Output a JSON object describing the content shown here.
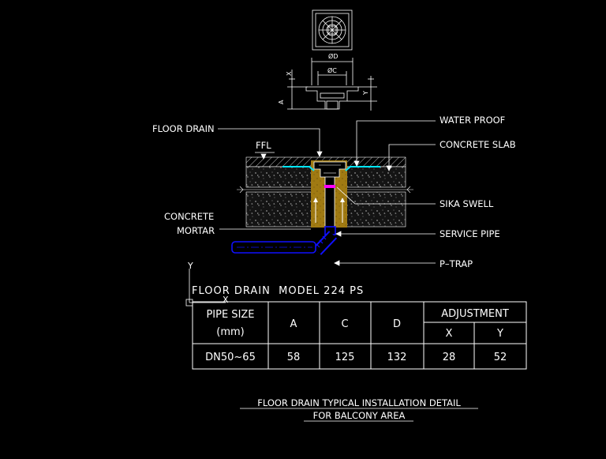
{
  "colors": {
    "background": "#000000",
    "linework": "#ffffff",
    "waterproof": "#00e5ff",
    "sika_swell": "#ff00ff",
    "pipe": "#1010ff",
    "concrete_mortar": "#b8860b",
    "slab_fill": "#1a1a1a"
  },
  "labels": {
    "dim_od": "ØD",
    "dim_oc": "ØC",
    "dim_x": "X",
    "dim_a": "A",
    "dim_y": "Y",
    "floor_drain": "FLOOR DRAIN",
    "ffl": "FFL",
    "concrete_mortar_line1": "CONCRETE",
    "concrete_mortar_line2": "MORTAR",
    "water_proof": "WATER PROOF",
    "concrete_slab": "CONCRETE SLAB",
    "sika_swell": "SIKA SWELL",
    "service_pipe": "SERVICE PIPE",
    "p_trap": "P–TRAP",
    "ucs_y": "Y",
    "ucs_x": "X"
  },
  "table": {
    "title": "FLOOR DRAIN  MODEL 224 PS",
    "header_pipe_size_line1": "PIPE SIZE",
    "header_pipe_size_line2": "(mm)",
    "header_a": "A",
    "header_c": "C",
    "header_d": "D",
    "header_adjustment": "ADJUSTMENT",
    "header_x": "X",
    "header_y": "Y",
    "row": {
      "pipe_size": "DN50~65",
      "a": "58",
      "c": "125",
      "d": "132",
      "x": "28",
      "y": "52"
    }
  },
  "caption": {
    "line1": "FLOOR DRAIN TYPICAL INSTALLATION DETAIL",
    "line2": "FOR BALCONY AREA"
  }
}
